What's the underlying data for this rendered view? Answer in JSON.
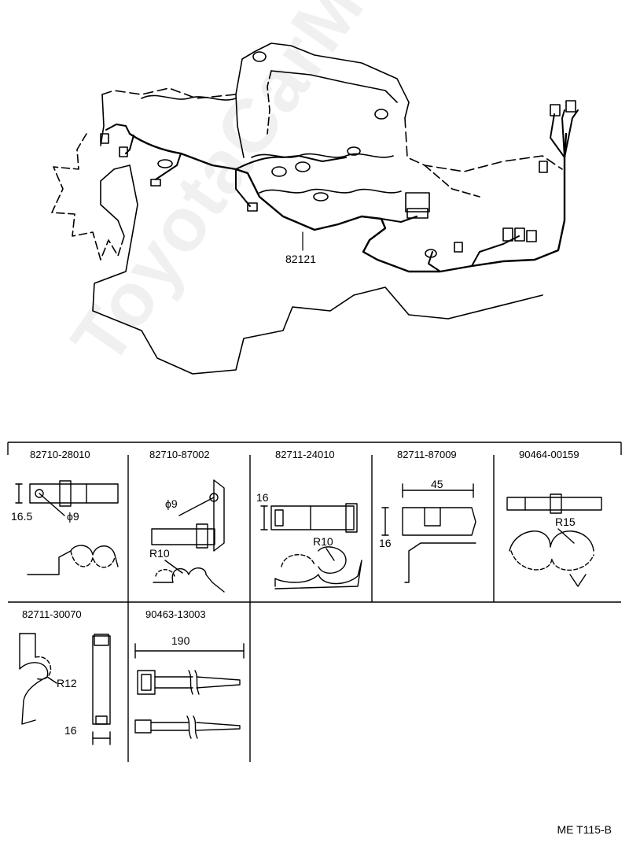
{
  "main_callout": "82121",
  "watermark": "ToyotaCarMine.ru",
  "footer_code": "ME T115-B",
  "parts": [
    {
      "part_no": "82710-28010",
      "dims": [
        "16.5",
        "ϕ9"
      ]
    },
    {
      "part_no": "82710-87002",
      "dims": [
        "ϕ9",
        "R10"
      ]
    },
    {
      "part_no": "82711-24010",
      "dims": [
        "16",
        "R10"
      ]
    },
    {
      "part_no": "82711-87009",
      "dims": [
        "45",
        "16"
      ]
    },
    {
      "part_no": "90464-00159",
      "dims": [
        "R15"
      ]
    },
    {
      "part_no": "82711-30070",
      "dims": [
        "R12",
        "16"
      ]
    },
    {
      "part_no": "90463-13003",
      "dims": [
        "190"
      ]
    }
  ]
}
